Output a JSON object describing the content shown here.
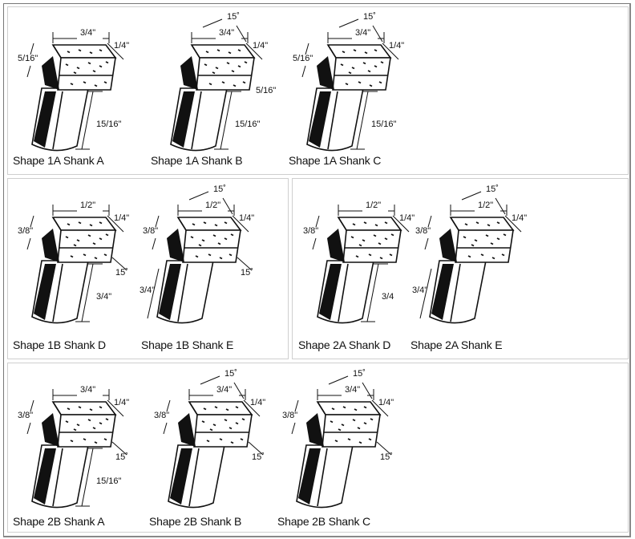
{
  "figures": [
    {
      "caption": "Shape 1A Shank A",
      "dims": [
        {
          "slot": "width",
          "text": "3/4\""
        },
        {
          "slot": "thick",
          "text": "1/4\""
        },
        {
          "slot": "height",
          "text": "5/16\""
        },
        {
          "slot": "length",
          "text": "15/16\""
        }
      ]
    },
    {
      "caption": "Shape 1A Shank B",
      "dims": [
        {
          "slot": "angle",
          "text": "15˚"
        },
        {
          "slot": "width",
          "text": "3/4\""
        },
        {
          "slot": "thick",
          "text": "1/4\""
        },
        {
          "slot": "height-right",
          "text": "5/16\""
        },
        {
          "slot": "length",
          "text": "15/16\""
        }
      ]
    },
    {
      "caption": "Shape 1A Shank C",
      "dims": [
        {
          "slot": "angle",
          "text": "15˚"
        },
        {
          "slot": "height",
          "text": "5/16\""
        },
        {
          "slot": "width",
          "text": "3/4\""
        },
        {
          "slot": "thick",
          "text": "1/4\""
        },
        {
          "slot": "length",
          "text": "15/16\""
        }
      ]
    },
    {
      "caption": "Shape 1B Shank D",
      "dims": [
        {
          "slot": "width",
          "text": "1/2\""
        },
        {
          "slot": "thick",
          "text": "1/4\""
        },
        {
          "slot": "height",
          "text": "3/8\""
        },
        {
          "slot": "bevel",
          "text": "15˚"
        },
        {
          "slot": "length",
          "text": "3/4\""
        }
      ]
    },
    {
      "caption": "Shape 1B Shank E",
      "dims": [
        {
          "slot": "angle",
          "text": "15˚"
        },
        {
          "slot": "width",
          "text": "1/2\""
        },
        {
          "slot": "thick",
          "text": "1/4\""
        },
        {
          "slot": "height",
          "text": "3/8\""
        },
        {
          "slot": "bevel",
          "text": "15˚"
        },
        {
          "slot": "length-left",
          "text": "3/4\""
        }
      ]
    },
    {
      "caption": "Shape 2A Shank D",
      "dims": [
        {
          "slot": "width",
          "text": "1/2\""
        },
        {
          "slot": "thick",
          "text": "1/4\""
        },
        {
          "slot": "height",
          "text": "3/8\""
        },
        {
          "slot": "length",
          "text": "3/4"
        }
      ]
    },
    {
      "caption": "Shape 2A Shank E",
      "dims": [
        {
          "slot": "angle",
          "text": "15˚"
        },
        {
          "slot": "width",
          "text": "1/2\""
        },
        {
          "slot": "thick",
          "text": "1/4\""
        },
        {
          "slot": "height",
          "text": "3/8\""
        },
        {
          "slot": "length-left",
          "text": "3/4\""
        }
      ]
    },
    {
      "caption": "Shape 2B Shank A",
      "dims": [
        {
          "slot": "width",
          "text": "3/4\""
        },
        {
          "slot": "thick",
          "text": "1/4\""
        },
        {
          "slot": "height",
          "text": "3/8\""
        },
        {
          "slot": "bevel",
          "text": "15˚"
        },
        {
          "slot": "length",
          "text": "15/16\""
        }
      ]
    },
    {
      "caption": "Shape 2B Shank B",
      "dims": [
        {
          "slot": "angle",
          "text": "15˚"
        },
        {
          "slot": "width",
          "text": "3/4\""
        },
        {
          "slot": "thick",
          "text": "1/4\""
        },
        {
          "slot": "height",
          "text": "3/8\""
        },
        {
          "slot": "bevel",
          "text": "15˚"
        }
      ]
    },
    {
      "caption": "Shape 2B Shank C",
      "dims": [
        {
          "slot": "angle",
          "text": "15˚"
        },
        {
          "slot": "height",
          "text": "3/8\""
        },
        {
          "slot": "width",
          "text": "3/4\""
        },
        {
          "slot": "thick",
          "text": "1/4\""
        },
        {
          "slot": "bevel",
          "text": "15˚"
        }
      ]
    }
  ]
}
